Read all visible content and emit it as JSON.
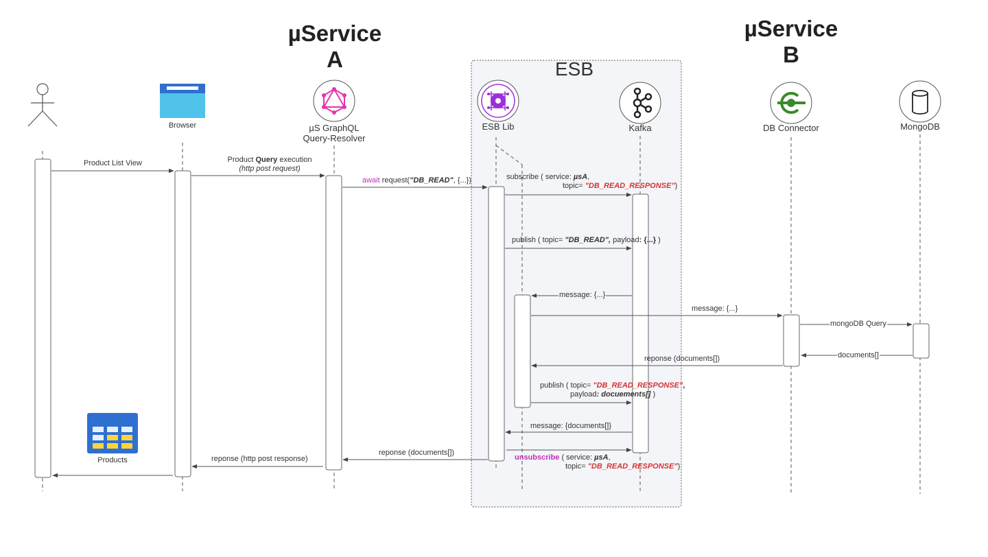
{
  "titles": {
    "service_a_line1": "µService",
    "service_a_line2": "A",
    "service_b_line1": "µService",
    "service_b_line2": "B",
    "esb": "ESB"
  },
  "participants": [
    {
      "id": "user",
      "label": "",
      "icon": "actor-icon"
    },
    {
      "id": "browser",
      "label": "Browser",
      "icon": "browser-window-icon"
    },
    {
      "id": "resolver",
      "label_line1": "µS GraphQL",
      "label_line2": "Query-Resolver",
      "icon": "graphql-icon"
    },
    {
      "id": "esblib",
      "label": "ESB Lib",
      "icon": "esb-lib-gear-icon"
    },
    {
      "id": "kafka",
      "label": "Kafka",
      "icon": "kafka-icon"
    },
    {
      "id": "dbconnector",
      "label": "DB Connector",
      "icon": "db-connector-icon"
    },
    {
      "id": "mongodb",
      "label": "MongoDB",
      "icon": "database-cylinder-icon"
    }
  ],
  "messages": {
    "m1": "Product List  View",
    "m2_pre": "Product ",
    "m2_bold": "Query",
    "m2_post": " execution",
    "m2_sub": "(http post request)",
    "m3_await": "await",
    "m3_pre": " request(",
    "m3_topic": "\"DB_READ\"",
    "m3_post": ", {...})",
    "m4_l1_pre": "subscribe ( service: ",
    "m4_l1_svc": "µsA",
    "m4_l1_post": ",",
    "m4_l2_pre": "topic= ",
    "m4_l2_topic": "\"DB_READ_RESPONSE\"",
    "m4_l2_post": ")",
    "m5_pre": "publish ( topic= ",
    "m5_topic": "\"DB_READ\",",
    "m5_mid": " payload",
    "m5_payload": ": {...}",
    "m5_post": " )",
    "m6": "message: {...}",
    "m7": "message: {...}",
    "m8": "mongoDB Query",
    "m9": "documents[]",
    "m10": "reponse (documents[])",
    "m11_l1_pre": "publish ( topic= ",
    "m11_l1_topic": "\"DB_READ_RESPONSE\"",
    "m11_l1_post": ",",
    "m11_l2_pre": "payload",
    "m11_l2_payload": ": docuements[]",
    "m11_l2_post": " )",
    "m12": "message: {documents[]}",
    "m13": "reponse (documents[])",
    "m14_l1_kw": "unsubscribe",
    "m14_l1_pre": " ( service: ",
    "m14_l1_svc": "µsA",
    "m14_l1_post": ",",
    "m14_l2_pre": "topic= ",
    "m14_l2_topic": "\"DB_READ_RESPONSE\"",
    "m14_l2_post": ")",
    "m15": "reponse (http post response)"
  },
  "products_label": "Products",
  "colors": {
    "line": "#555555",
    "activation_border": "#666666",
    "esb_bg": "#f4f5f9",
    "esb_border": "#777777",
    "magenta": "#c22fb3",
    "red": "#d63333",
    "browser_blue": "#2f6fd0",
    "browser_light": "#4fc3ea",
    "graphql_pink": "#e535ab",
    "esb_purple": "#9b2fd8",
    "db_connector_green": "#3a8a2a",
    "table_blue": "#2f6fd0",
    "table_yellow": "#ffd43b"
  }
}
